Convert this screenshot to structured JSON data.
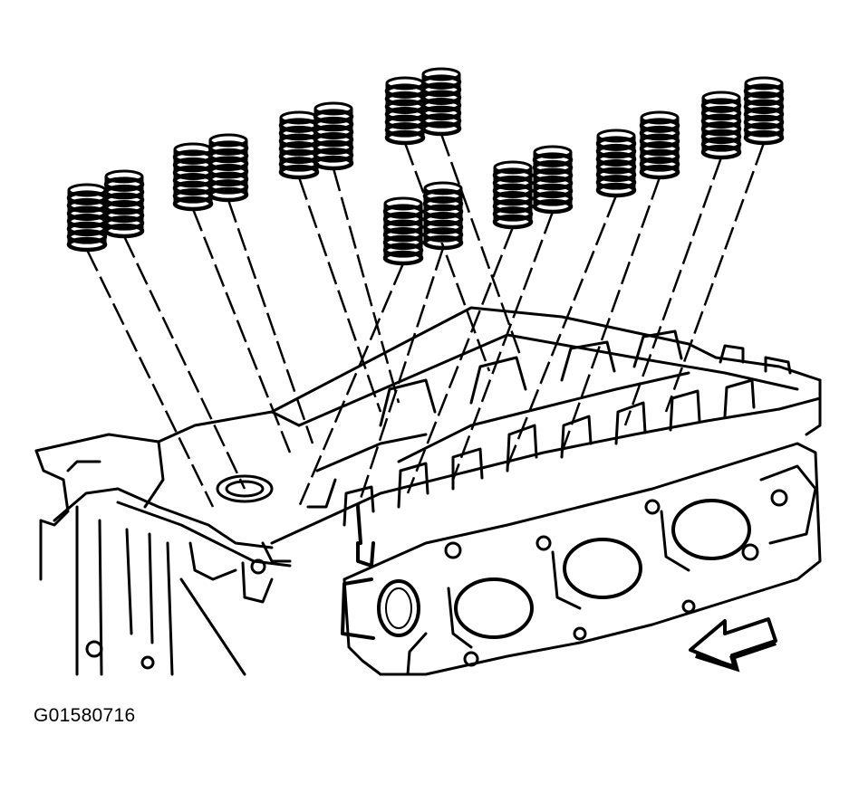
{
  "figure": {
    "label": "G01580716",
    "colors": {
      "ink": "#000000",
      "paper": "#ffffff"
    },
    "icons": [
      "valve-spring",
      "direction-arrow"
    ]
  }
}
